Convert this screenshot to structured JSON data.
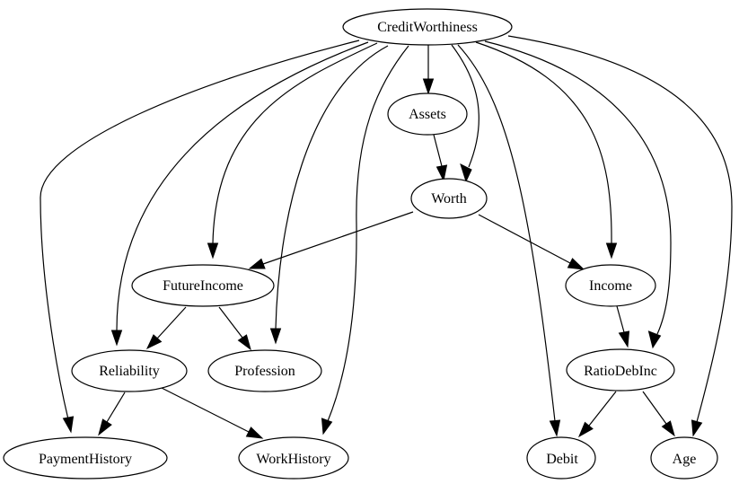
{
  "nodes": {
    "creditworthiness": {
      "label": "CreditWorthiness"
    },
    "assets": {
      "label": "Assets"
    },
    "worth": {
      "label": "Worth"
    },
    "futureincome": {
      "label": "FutureIncome"
    },
    "income": {
      "label": "Income"
    },
    "reliability": {
      "label": "Reliability"
    },
    "profession": {
      "label": "Profession"
    },
    "ratiodebinc": {
      "label": "RatioDebInc"
    },
    "paymenthistory": {
      "label": "PaymentHistory"
    },
    "workhistory": {
      "label": "WorkHistory"
    },
    "debit": {
      "label": "Debit"
    },
    "age": {
      "label": "Age"
    }
  },
  "edges": [
    {
      "from": "CreditWorthiness",
      "to": "Assets"
    },
    {
      "from": "CreditWorthiness",
      "to": "Worth"
    },
    {
      "from": "CreditWorthiness",
      "to": "FutureIncome"
    },
    {
      "from": "CreditWorthiness",
      "to": "Income"
    },
    {
      "from": "CreditWorthiness",
      "to": "Reliability"
    },
    {
      "from": "CreditWorthiness",
      "to": "Profession"
    },
    {
      "from": "CreditWorthiness",
      "to": "RatioDebInc"
    },
    {
      "from": "CreditWorthiness",
      "to": "PaymentHistory"
    },
    {
      "from": "CreditWorthiness",
      "to": "WorkHistory"
    },
    {
      "from": "CreditWorthiness",
      "to": "Debit"
    },
    {
      "from": "CreditWorthiness",
      "to": "Age"
    },
    {
      "from": "Assets",
      "to": "Worth"
    },
    {
      "from": "Worth",
      "to": "FutureIncome"
    },
    {
      "from": "Worth",
      "to": "Income"
    },
    {
      "from": "FutureIncome",
      "to": "Reliability"
    },
    {
      "from": "FutureIncome",
      "to": "Profession"
    },
    {
      "from": "Income",
      "to": "RatioDebInc"
    },
    {
      "from": "Reliability",
      "to": "PaymentHistory"
    },
    {
      "from": "Reliability",
      "to": "WorkHistory"
    },
    {
      "from": "RatioDebInc",
      "to": "Debit"
    },
    {
      "from": "RatioDebInc",
      "to": "Age"
    }
  ]
}
